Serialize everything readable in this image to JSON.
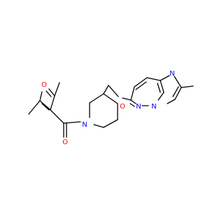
{
  "diagram": {
    "type": "chemical-structure",
    "colors": {
      "bond": "#000000",
      "carbon": "#000000",
      "oxygen": "#ff0000",
      "nitrogen": "#0000ff",
      "background": "#ffffff"
    },
    "atom_labels": {
      "furan_o": "O",
      "ether_o": "O",
      "carbonyl_o": "O",
      "piperidine_n": "N",
      "pyridazine_n_left": "N",
      "pyridazine_n_bridge": "N",
      "imidazole_n": "N"
    }
  }
}
